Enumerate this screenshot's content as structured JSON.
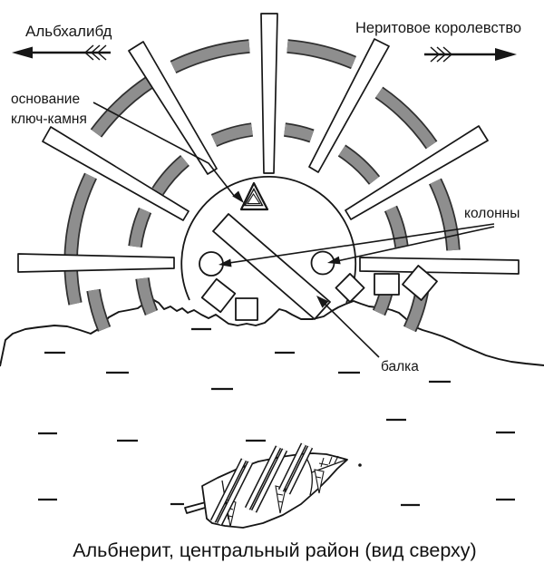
{
  "colors": {
    "background": "#ffffff",
    "ink": "#161616",
    "arc_fill": "#8e8e8e"
  },
  "compass": {
    "west": "Альбхалибд",
    "east": "Неритовое королевство"
  },
  "labels": {
    "keystone_line1": "основание",
    "keystone_line2": "ключ-камня",
    "columns": "колонны",
    "beam": "балка"
  },
  "caption": "Альбнерит, центральный район (вид сверху)"
}
